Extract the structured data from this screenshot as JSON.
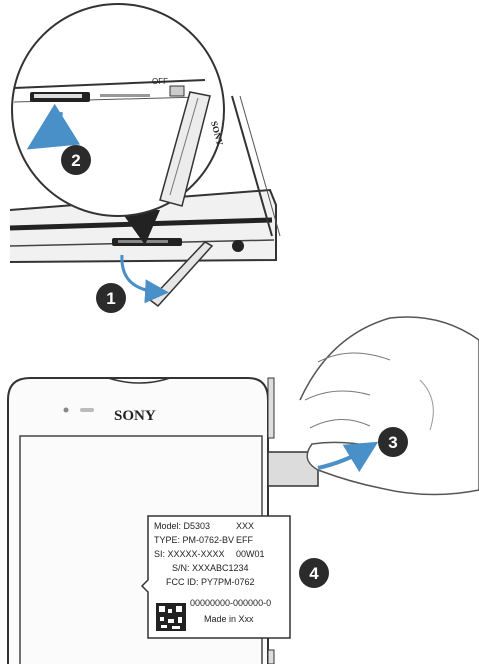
{
  "steps": [
    {
      "num": "1",
      "color": "#2b2b2b"
    },
    {
      "num": "2",
      "color": "#2b2b2b"
    },
    {
      "num": "3",
      "color": "#2b2b2b"
    },
    {
      "num": "4",
      "color": "#2b2b2b"
    }
  ],
  "accent_arrow_color": "#4a90c8",
  "device": {
    "switch_label": "OFF",
    "side_brand": "SONY",
    "front_brand": "SONY"
  },
  "label_sticker": {
    "model": "Model: D5303",
    "model_code": "XXX",
    "type": "TYPE: PM-0762-BV",
    "type_code": "EFF",
    "si": "SI: XXXXX-XXXX",
    "si_code": "00W01",
    "sn": "S/N: XXXABC1234",
    "fcc": "FCC ID: PY7PM-0762",
    "barcode_number": "00000000-000000-0",
    "made_in": "Made in Xxx"
  }
}
